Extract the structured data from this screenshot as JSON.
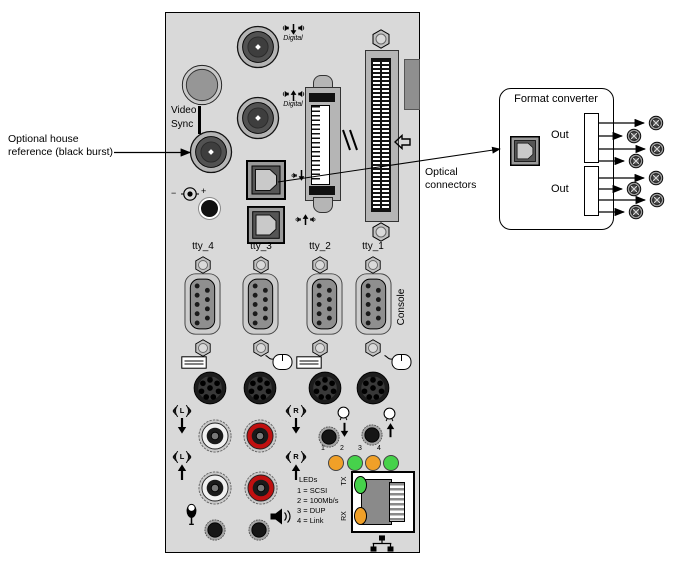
{
  "annotations": {
    "house_reference_line1": "Optional house",
    "house_reference_line2": "reference (black burst)",
    "optical_line1": "Optical",
    "optical_line2": "connectors"
  },
  "panel": {
    "video_label_line1": "Video",
    "video_label_line2": "Sync",
    "digital_in_label": "Digital",
    "digital_out_label": "Digital",
    "dc_minus": "−",
    "dc_plus": "+",
    "serial_port_labels": [
      "tty_4",
      "tty_3",
      "tty_2",
      "tty_1"
    ],
    "console_label": "Console",
    "audio_left": "L",
    "audio_right": "R",
    "led_numbers": [
      "1",
      "2",
      "3",
      "4"
    ],
    "led_legend": {
      "title": "LEDs",
      "items": [
        "1 = SCSI",
        "2 = 100Mb/s",
        "3 = DUP",
        "4 = Link"
      ]
    },
    "ethernet_tx_label": "TX",
    "ethernet_rx_label": "RX"
  },
  "format_converter": {
    "title": "Format converter",
    "out_labels": [
      "Out",
      "Out"
    ]
  },
  "colors": {
    "panel_fill": "#d9d9d9",
    "led_orange": "#f0a028",
    "led_green": "#46d24b",
    "rca_red_ring": "#c01010",
    "rca_white_ring": "#f0f0f0",
    "ethernet_tx_led": "#46d24b",
    "ethernet_rx_led": "#f0a028"
  }
}
